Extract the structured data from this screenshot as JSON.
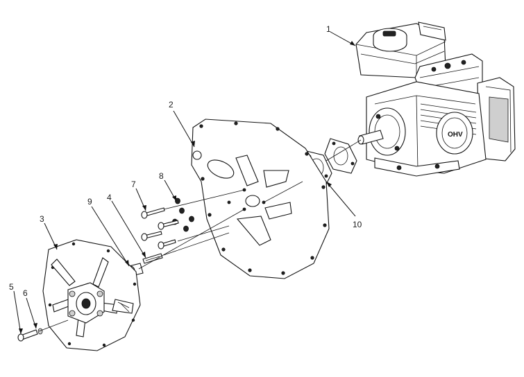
{
  "diagram": {
    "callouts": [
      {
        "id": "c1",
        "label": "1"
      },
      {
        "id": "c2",
        "label": "2"
      },
      {
        "id": "c3",
        "label": "3"
      },
      {
        "id": "c4",
        "label": "4"
      },
      {
        "id": "c5",
        "label": "5"
      },
      {
        "id": "c6",
        "label": "6"
      },
      {
        "id": "c7",
        "label": "7"
      },
      {
        "id": "c8",
        "label": "8"
      },
      {
        "id": "c9",
        "label": "9"
      },
      {
        "id": "c10",
        "label": "10"
      }
    ],
    "engine_badge": "OHV"
  }
}
